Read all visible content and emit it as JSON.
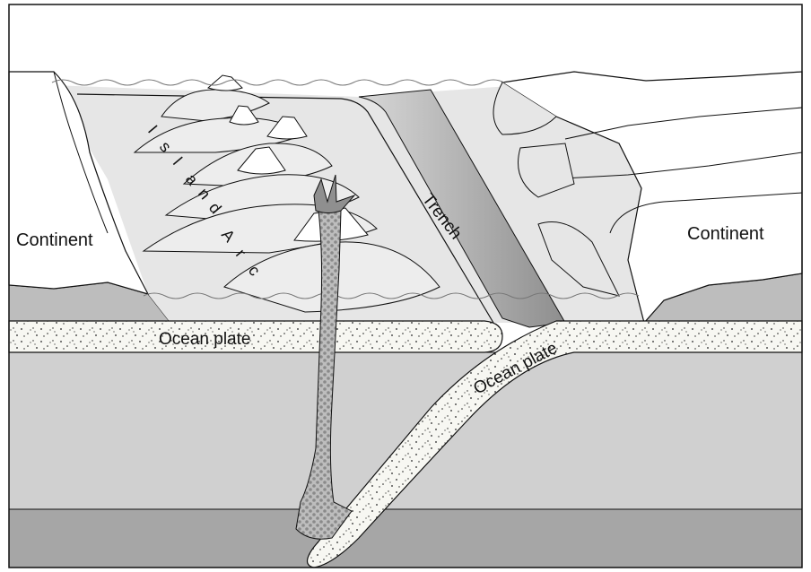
{
  "labels": {
    "continent_left": "Continent",
    "continent_right": "Continent",
    "ocean_plate_flat": "Ocean plate",
    "ocean_plate_slab": "Ocean plate",
    "trench": "Trench",
    "island_arc": [
      "I",
      "s",
      "l",
      "a",
      "n",
      "d",
      "A",
      "r",
      "c"
    ]
  },
  "colors": {
    "background": "#ffffff",
    "shelf_grey": "#e6e6e6",
    "mantle_upper": "#d0d0d0",
    "mantle_lower": "#a6a6a6",
    "crust_mid": "#bdbdbd",
    "outline": "#111111"
  }
}
